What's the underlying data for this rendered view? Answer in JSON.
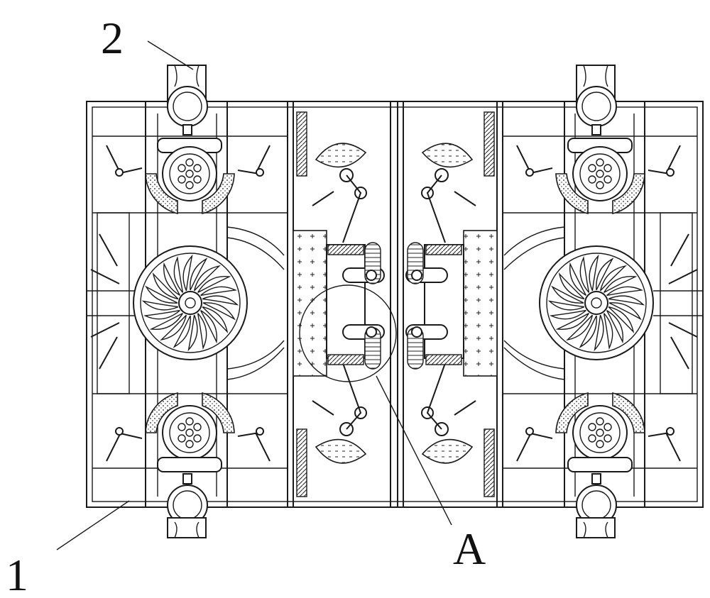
{
  "figure": {
    "labels": [
      {
        "id": "part-1",
        "text": "1"
      },
      {
        "id": "part-2",
        "text": "2"
      },
      {
        "id": "detail-a",
        "text": "A"
      }
    ]
  }
}
